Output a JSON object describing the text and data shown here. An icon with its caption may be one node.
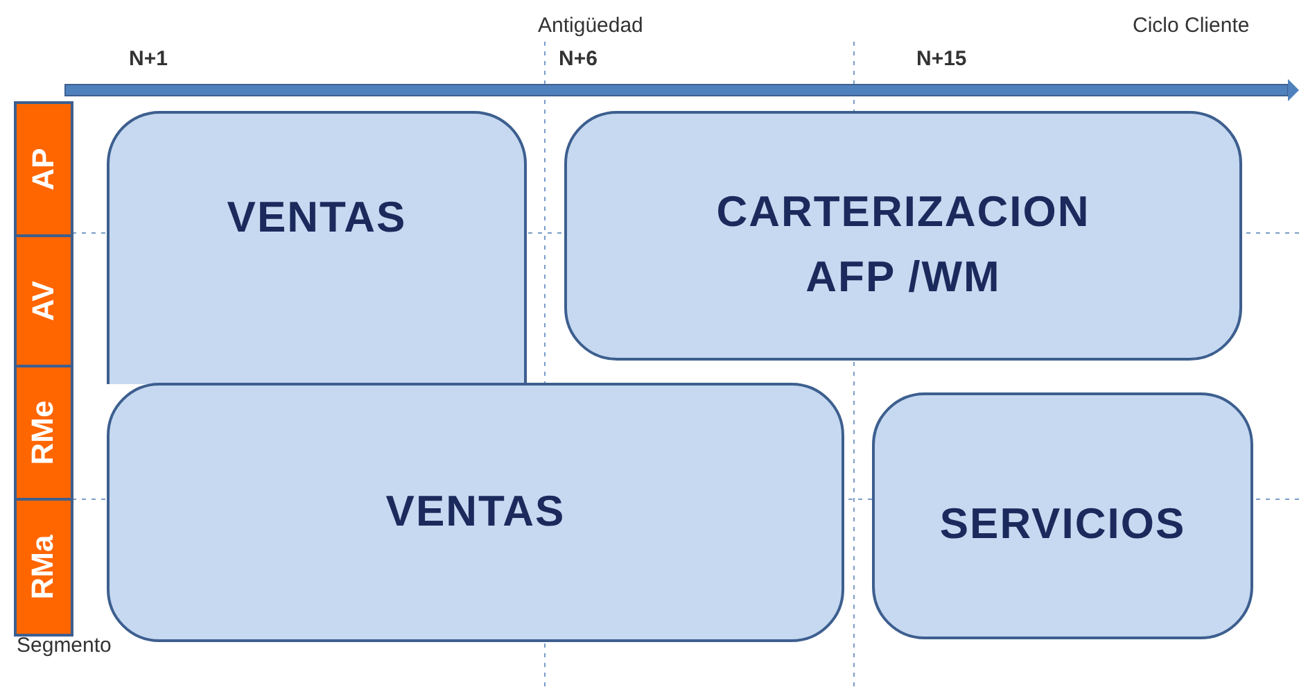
{
  "diagram": {
    "nodes": [
      {
        "text": [
          "AP"
        ]
      },
      {
        "text": [
          "AV"
        ]
      },
      {
        "text": [
          "RMe"
        ]
      },
      {
        "text": [
          "RMa"
        ]
      },
      {
        "text": [
          "VENTAS"
        ]
      },
      {
        "text": [
          "CARTERIZACION AFP /WM"
        ]
      },
      {
        "text": [
          "VENTAS"
        ]
      },
      {
        "text": [
          "SERVICIOS"
        ]
      }
    ],
    "labels": [
      "Antigüedad",
      "Ciclo Cliente",
      "N+1",
      "N+6",
      "N+15",
      "Segmento"
    ]
  }
}
